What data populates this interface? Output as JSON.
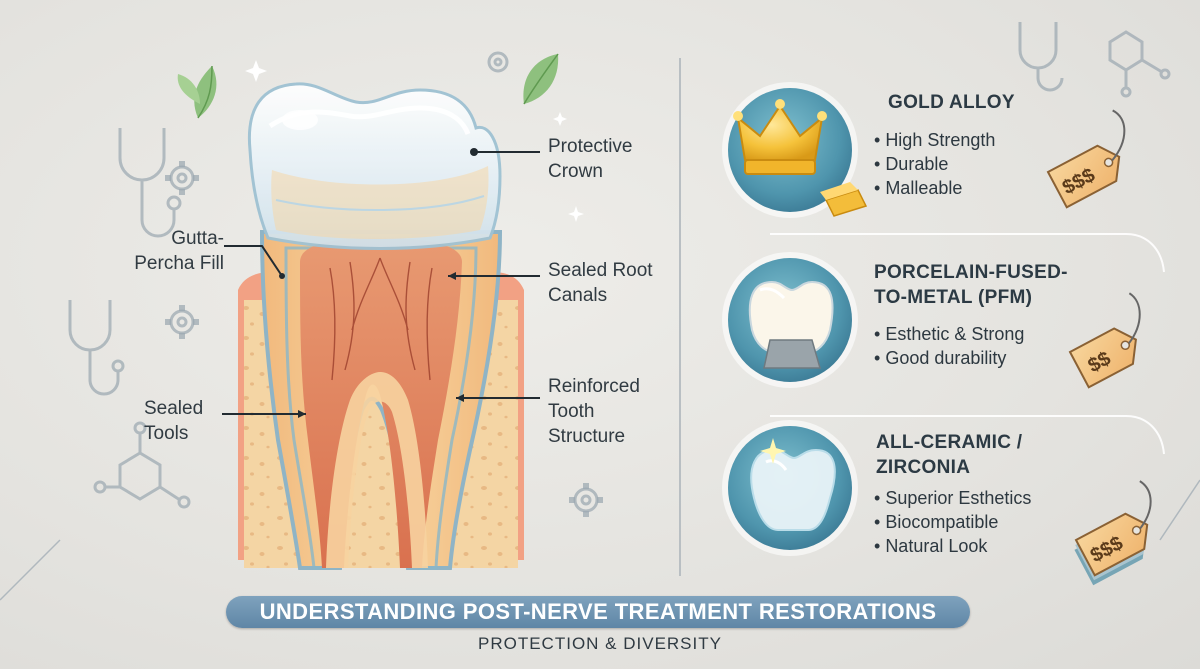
{
  "diagram": {
    "labels": {
      "protective_crown": "Protective\nCrown",
      "gutta_percha": "Gutta-\nPercha Fill",
      "sealed_canals": "Sealed Root\nCanals",
      "sealed_tools": "Sealed\nTools",
      "reinforced": "Reinforced\nTooth\nStructure"
    }
  },
  "materials": [
    {
      "title": "GOLD ALLOY",
      "bullets": [
        "High Strength",
        "Durable",
        "Malleable"
      ],
      "price": "$$$",
      "icon": "crown-icon"
    },
    {
      "title": "PORCELAIN-FUSED-\nTO-METAL (PFM)",
      "bullets": [
        "Esthetic & Strong",
        "Good durability"
      ],
      "price": "$$",
      "icon": "pfm-crown-icon"
    },
    {
      "title": "ALL-CERAMIC /\nZIRCONIA",
      "bullets": [
        "Superior Esthetics",
        "Biocompatible",
        "Natural Look"
      ],
      "price": "$$$",
      "icon": "ceramic-crown-icon"
    }
  ],
  "banner": {
    "title": "UNDERSTANDING POST-NERVE TREATMENT RESTORATIONS",
    "subtitle": "PROTECTION & DIVERSITY"
  },
  "colors": {
    "accent": "#5f86a6",
    "circle": "#4f8fa6",
    "gum": "#f2a184",
    "bone": "#f5d7a6",
    "dentin": "#f3c48a",
    "pulp": "#e2825e"
  }
}
